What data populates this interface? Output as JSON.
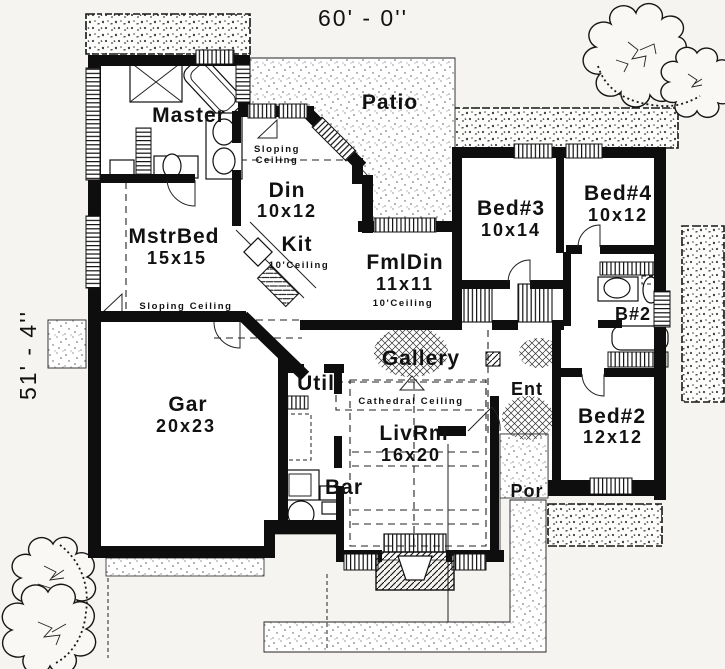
{
  "plan": {
    "width_label": "60' - 0''",
    "height_label": "51' - 4''"
  },
  "rooms": {
    "master": {
      "label": "Master"
    },
    "mstr_bed": {
      "label": "MstrBed",
      "size": "15x15"
    },
    "din": {
      "label": "Din",
      "size": "10x12"
    },
    "kit": {
      "label": "Kit",
      "ceiling": "10'Ceiling"
    },
    "patio": {
      "label": "Patio"
    },
    "fml_din": {
      "label": "FmlDin",
      "size": "11x11",
      "ceiling": "10'Ceiling"
    },
    "bed3": {
      "label": "Bed#3",
      "size": "10x14"
    },
    "bed4": {
      "label": "Bed#4",
      "size": "10x12"
    },
    "b2": {
      "label": "B#2"
    },
    "bed2": {
      "label": "Bed#2",
      "size": "12x12"
    },
    "gallery": {
      "label": "Gallery"
    },
    "ent": {
      "label": "Ent"
    },
    "gar": {
      "label": "Gar",
      "size": "20x23"
    },
    "util": {
      "label": "Util"
    },
    "liv_rm": {
      "label": "LivRm",
      "size": "16x20"
    },
    "bar": {
      "label": "Bar"
    },
    "por": {
      "label": "Por"
    }
  },
  "annotations": {
    "sloping_word": "Sloping",
    "ceiling_word": "Ceiling",
    "sloping_ceiling": "Sloping Ceiling",
    "cathedral_ceiling": "Cathedral Ceiling"
  },
  "colors": {
    "ink": "#111111",
    "paper": "#f5f4f0"
  }
}
